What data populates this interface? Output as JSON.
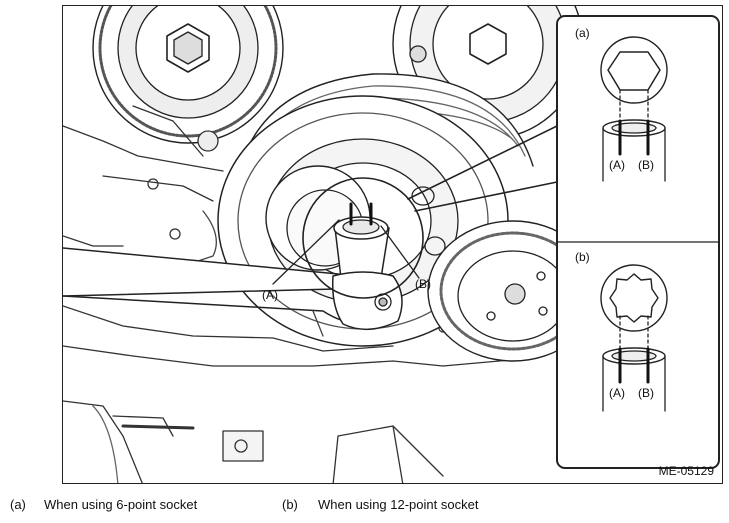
{
  "figure": {
    "code": "ME-05129",
    "main_labels": {
      "a": "(A)",
      "b": "(B)"
    },
    "inset_a": {
      "tag": "(a)",
      "label_a": "(A)",
      "label_b": "(B)"
    },
    "inset_b": {
      "tag": "(b)",
      "label_a": "(A)",
      "label_b": "(B)"
    }
  },
  "captions": [
    {
      "tag": "(a)",
      "text": "When using 6-point socket"
    },
    {
      "tag": "(b)",
      "text": "When using 12-point socket"
    }
  ]
}
